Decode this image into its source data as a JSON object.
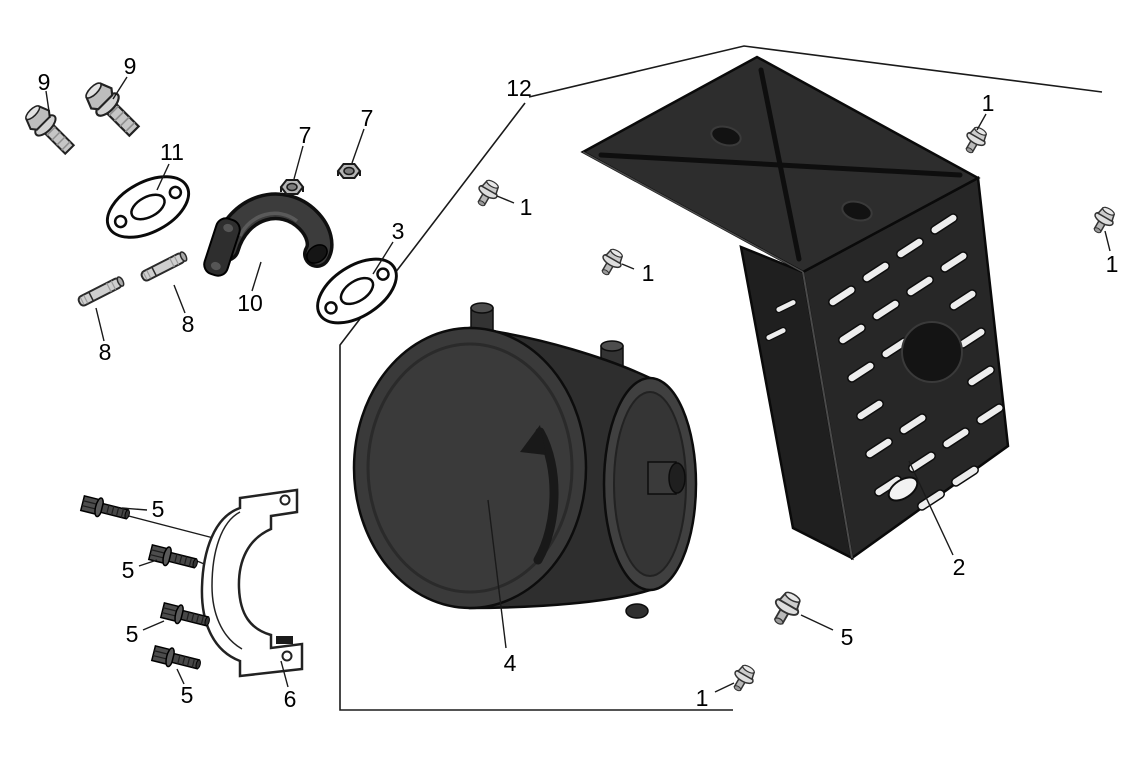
{
  "diagram": {
    "type": "exploded-parts-diagram",
    "description_visible_text_only": true,
    "colors": {
      "background": "#ffffff",
      "ink": "#000000",
      "part_dark": "#2e2e2e",
      "metal_light": "#c8c8c8"
    },
    "callouts": {
      "k9a": "9",
      "k9b": "9",
      "k11": "11",
      "k7a": "7",
      "k7b": "7",
      "k3": "3",
      "k10": "10",
      "k8a": "8",
      "k8b": "8",
      "k12": "12",
      "k1a": "1",
      "k1b": "1",
      "k1c": "1",
      "k1d": "1",
      "k1e": "1",
      "k4": "4",
      "k2": "2",
      "k5r": "5",
      "k5a": "5",
      "k5b": "5",
      "k5c": "5",
      "k5d": "5",
      "k6": "6"
    }
  }
}
